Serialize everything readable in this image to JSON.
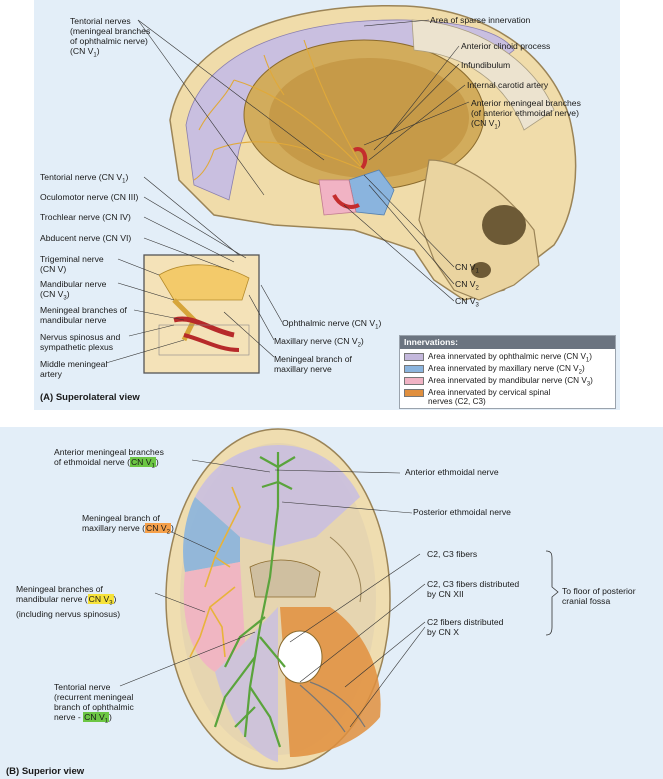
{
  "panel_a": {
    "caption": "(A) Superolateral view",
    "labels": {
      "tentorial_nerves_1": "Tentorial nerves",
      "tentorial_nerves_2": "(meningeal branches",
      "tentorial_nerves_3": "of ophthalmic nerve)",
      "tentorial_nerves_4": "(CN V",
      "sub1": "1",
      "area_sparse": "Area of sparse innervation",
      "anterior_clinoid": "Anterior clinoid process",
      "infundibulum": "Infundibulum",
      "internal_carotid": "Internal carotid artery",
      "ant_meningeal_1": "Anterior meningeal branches",
      "ant_meningeal_2": "(of anterior ethmoidal nerve)",
      "ant_meningeal_3": "(CN V",
      "tentorial_nerve": "Tentorial nerve (CN V",
      "oculomotor": "Oculomotor nerve (CN III)",
      "trochlear": "Trochlear nerve (CN IV)",
      "abducent": "Abducent nerve (CN VI)",
      "trigeminal_1": "Trigeminal nerve",
      "trigeminal_2": "(CN V)",
      "mandibular_1": "Mandibular nerve",
      "mandibular_2": "(CN V",
      "sub3": "3",
      "sub2": "2",
      "men_mand_1": "Meningeal branches of",
      "men_mand_2": "mandibular nerve",
      "spinosus_1": "Nervus spinosus and",
      "spinosus_2": "sympathetic plexus",
      "middle_men_1": "Middle meningeal",
      "middle_men_2": "artery",
      "ophthalmic": "Ophthalmic nerve (CN V",
      "maxillary": "Maxillary nerve (CN V",
      "men_max_1": "Meningeal branch of",
      "men_max_2": "maxillary nerve",
      "cnv1": "CN V",
      "cnv2": "CN V",
      "cnv3": "CN V",
      "close_paren": ")"
    },
    "legend": {
      "title": "Innervations:",
      "items": [
        {
          "text": "Area innervated by ophthalmic nerve (CN V",
          "sub": "1",
          "tail": ")",
          "color": "#c4b8dc"
        },
        {
          "text": "Area innervated by maxillary nerve (CN V",
          "sub": "2",
          "tail": ")",
          "color": "#8ab4de"
        },
        {
          "text": "Area innervated by mandibular nerve (CN V",
          "sub": "3",
          "tail": ")",
          "color": "#f1b3c4"
        },
        {
          "text": "Area innervated by cervical spinal",
          "sub": "",
          "tail": "",
          "color": "#e08f3e"
        }
      ],
      "item4_line2": "nerves (C2, C3)"
    }
  },
  "panel_b": {
    "caption": "(B) Superior view",
    "labels": {
      "ant_men_eth_1": "Anterior meningeal branches",
      "ant_men_eth_2": "of ethmoidal nerve (",
      "cn_v1_a": "CN V",
      "men_max_1": "Meningeal branch of",
      "men_max_2": "maxillary nerve (",
      "cn_v2": "CN V",
      "men_mand_1": "Meningeal branches of",
      "men_mand_2": "mandibular nerve (",
      "cn_v3": "CN V",
      "men_mand_3": "(including nervus spinosus)",
      "tentorial_1": "Tentorial nerve",
      "tentorial_2": "(recurrent meningeal",
      "tentorial_3": "branch of ophthalmic",
      "tentorial_4": "nerve - ",
      "cn_v1_b": "CN V",
      "ant_ethmoidal": "Anterior ethmoidal nerve",
      "post_ethmoidal": "Posterior ethmoidal nerve",
      "c2c3_fibers": "C2, C3 fibers",
      "c2c3_dist_1": "C2, C3 fibers distributed",
      "c2c3_dist_2": "by CN XII",
      "c2_dist_1": "C2 fibers distributed",
      "c2_dist_2": "by CN X",
      "floor_1": "To floor of posterior",
      "floor_2": "cranial fossa",
      "sub1": "1",
      "sub2": "2",
      "sub3": "3",
      "close": ")"
    },
    "colors": {
      "ophthalmic": "#c4b8dc",
      "maxillary": "#8ab4de",
      "mandibular": "#f1b3c4",
      "cervical": "#e08f3e",
      "nerve_green": "#5aa43c",
      "nerve_yellow": "#e8b33a"
    }
  }
}
